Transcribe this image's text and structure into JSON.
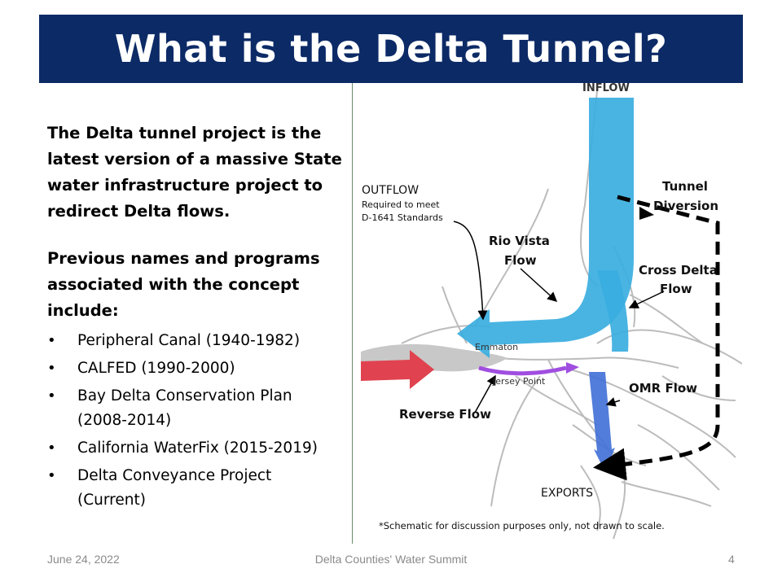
{
  "title": "What is the Delta Tunnel?",
  "intro": "The Delta tunnel project is the latest version of a massive State water infrastructure project to redirect Delta flows.",
  "names_intro": "Previous names and programs associated with the concept include:",
  "bullets": [
    {
      "line1": "Peripheral Canal (1940-1982)",
      "line2": ""
    },
    {
      "line1": "CALFED (1990-2000)",
      "line2": ""
    },
    {
      "line1": "Bay Delta Conservation Plan",
      "line2": "(2008-2014)"
    },
    {
      "line1": "California WaterFix (2015-2019)",
      "line2": ""
    },
    {
      "line1": "Delta Conveyance Project",
      "line2": "(Current)"
    }
  ],
  "bullet_symbol": "•",
  "map": {
    "inflow": "INFLOW",
    "outflow_title": "OUTFLOW",
    "outflow_line1": "Required to meet",
    "outflow_line2": "D-1641 Standards",
    "tunnel_line1": "Tunnel",
    "tunnel_line2": "Diversion",
    "rio_line1": "Rio Vista",
    "rio_line2": "Flow",
    "cross_line1": "Cross Delta",
    "cross_line2": "Flow",
    "emmaton": "Emmaton",
    "jersey_point": "Jersey Point",
    "omr": "OMR Flow",
    "reverse": "Reverse Flow",
    "exports": "EXPORTS",
    "note": "*Schematic for discussion purposes only, not drawn to scale."
  },
  "colors": {
    "title_bg": "#0c2a66",
    "inflow_blue": "#3aaee0",
    "omr_blue": "#3f6fd6",
    "reverse_purple": "#a04ee0",
    "inflow_red": "#e0434f",
    "river_gray": "#c8c8c8"
  },
  "footer": {
    "date": "June 24, 2022",
    "event": "Delta Counties' Water Summit",
    "page": "4"
  }
}
